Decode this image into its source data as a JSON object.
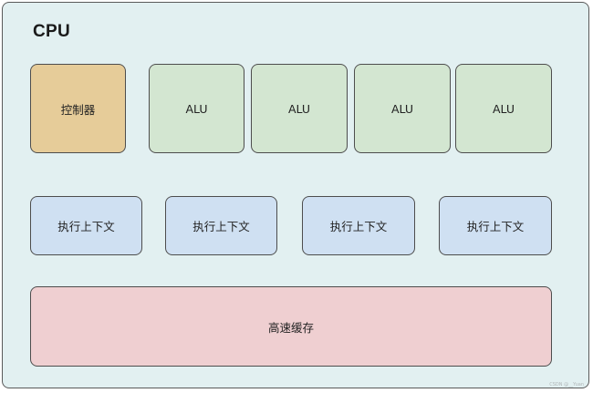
{
  "diagram": {
    "title": "CPU",
    "controller": {
      "label": "控制器"
    },
    "alus": [
      {
        "label": "ALU"
      },
      {
        "label": "ALU"
      },
      {
        "label": "ALU"
      },
      {
        "label": "ALU"
      }
    ],
    "execution_contexts": [
      {
        "label": "执行上下文"
      },
      {
        "label": "执行上下文"
      },
      {
        "label": "执行上下文"
      },
      {
        "label": "执行上下文"
      }
    ],
    "cache": {
      "label": "高速缓存"
    }
  },
  "colors": {
    "cpu_background": "#e2f0f1",
    "controller": "#e6cc99",
    "alu": "#d3e6d1",
    "execution_context": "#cfe0f2",
    "cache": "#efcfd1",
    "border": "#4d4d4d"
  },
  "watermark": "CSDN @__Yuan"
}
